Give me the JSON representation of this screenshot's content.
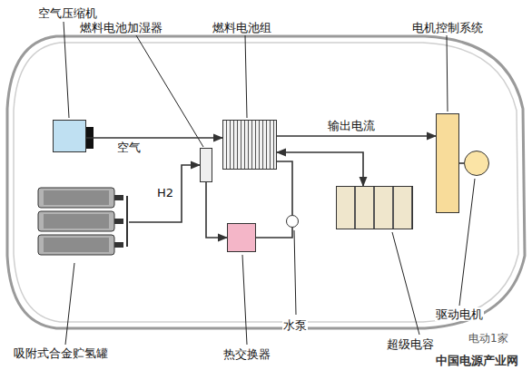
{
  "diagram": {
    "nodes": [
      {
        "text": [
          "空气压缩机"
        ]
      },
      {
        "text": [
          "燃料电池加湿器"
        ]
      },
      {
        "text": [
          "燃料电池组"
        ]
      },
      {
        "text": [
          "电机控制系统"
        ]
      },
      {
        "text": [
          "吸附式合金贮氢罐"
        ]
      },
      {
        "text": [
          "热交换器"
        ]
      },
      {
        "text": [
          "水泵"
        ]
      },
      {
        "text": [
          "超级电容"
        ]
      },
      {
        "text": [
          "驱动电机"
        ]
      }
    ],
    "edges": [
      {
        "from": 0,
        "to": 2,
        "label": "空气",
        "arrow": "to"
      },
      {
        "from": 4,
        "to": 1,
        "label": "H2",
        "arrow": "to"
      },
      {
        "from": 2,
        "to": 3,
        "label": "输出电流",
        "arrow": "to"
      },
      {
        "from": 1,
        "to": 5,
        "arrow": "to"
      },
      {
        "from": 5,
        "to": 6,
        "arrow": "none"
      },
      {
        "from": 6,
        "to": 2,
        "arrow": "none"
      },
      {
        "from": 2,
        "to": 7,
        "arrow": "both"
      },
      {
        "from": 3,
        "to": 8,
        "arrow": "none"
      }
    ],
    "labels": [
      "电动1家",
      "中国电源产业网"
    ]
  }
}
